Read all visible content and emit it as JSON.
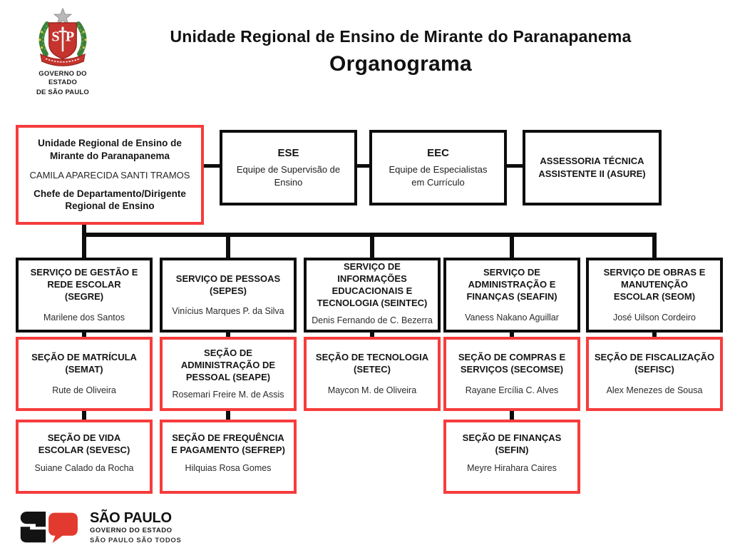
{
  "header": {
    "title": "Unidade Regional de Ensino de Mirante do Paranapanema",
    "subtitle": "Organograma",
    "crest_caption_line1": "GOVERNO DO ESTADO",
    "crest_caption_line2": "DE SÃO PAULO",
    "crest_initials": "SP"
  },
  "colors": {
    "accent_red": "#f63c3c",
    "line_black": "#0d0d0d"
  },
  "org": {
    "root": {
      "org_name": "Unidade Regional de Ensino de\nMirante do Paranapanema",
      "person": "CAMILA APARECIDA SANTI TRAMOS",
      "role": "Chefe de Departamento/Dirigente\nRegional de Ensino"
    },
    "staff_units": [
      {
        "acronym": "ESE",
        "label": "Equipe de Supervisão de\nEnsino"
      },
      {
        "acronym": "EEC",
        "label": "Equipe de Especialistas\nem Currículo"
      },
      {
        "label": "ASSESSORIA TÉCNICA\nASSISTENTE II (ASURE)"
      }
    ],
    "services": [
      {
        "title": "SERVIÇO DE GESTÃO E\nREDE ESCOLAR\n(SEGRE)",
        "person": "Marilene dos Santos"
      },
      {
        "title": "SERVIÇO DE PESSOAS\n(SEPES)",
        "person": "Vinícius Marques P. da Silva"
      },
      {
        "title": "SERVIÇO DE\nINFORMAÇÕES\nEDUCACIONAIS E\nTECNOLOGIA (SEINTEC)",
        "person": "Denis Fernando de C. Bezerra"
      },
      {
        "title": "SERVIÇO DE\nADMINISTRAÇÃO E\nFINANÇAS (SEAFIN)",
        "person": "Vaness Nakano Aguillar"
      },
      {
        "title": "SERVIÇO DE OBRAS E\nMANUTENÇÃO\nESCOLAR (SEOM)",
        "person": "José Uilson Cordeiro"
      }
    ],
    "sections": [
      {
        "title": "SEÇÃO DE MATRÍCULA\n(SEMAT)",
        "person": "Rute de Oliveira"
      },
      {
        "title": "SEÇÃO DE\nADMINISTRAÇÃO DE\nPESSOAL (SEAPE)",
        "person": "Rosemari Freire M. de Assis"
      },
      {
        "title": "SEÇÃO DE TECNOLOGIA\n(SETEC)",
        "person": "Maycon M. de Oliveira"
      },
      {
        "title": "SEÇÃO DE COMPRAS E\nSERVIÇOS (SECOMSE)",
        "person": "Rayane Ercília C. Alves"
      },
      {
        "title": "SEÇÃO DE FISCALIZAÇÃO\n(SEFISC)",
        "person": "Alex Menezes de Sousa"
      }
    ],
    "subsections": [
      {
        "title": "SEÇÃO DE VIDA\nESCOLAR (SEVESC)",
        "person": "Suiane Calado da Rocha"
      },
      {
        "title": "SEÇÃO DE FREQUÊNCIA\nE PAGAMENTO (SEFREP)",
        "person": "Hilquias Rosa Gomes"
      },
      {
        "title": "SEÇÃO DE FINANÇAS\n(SEFIN)",
        "person": "Meyre Hirahara Caires"
      }
    ]
  },
  "footer": {
    "brand": "SÃO PAULO",
    "line2": "GOVERNO DO ESTADO",
    "line3": "SÃO PAULO SÃO TODOS"
  }
}
